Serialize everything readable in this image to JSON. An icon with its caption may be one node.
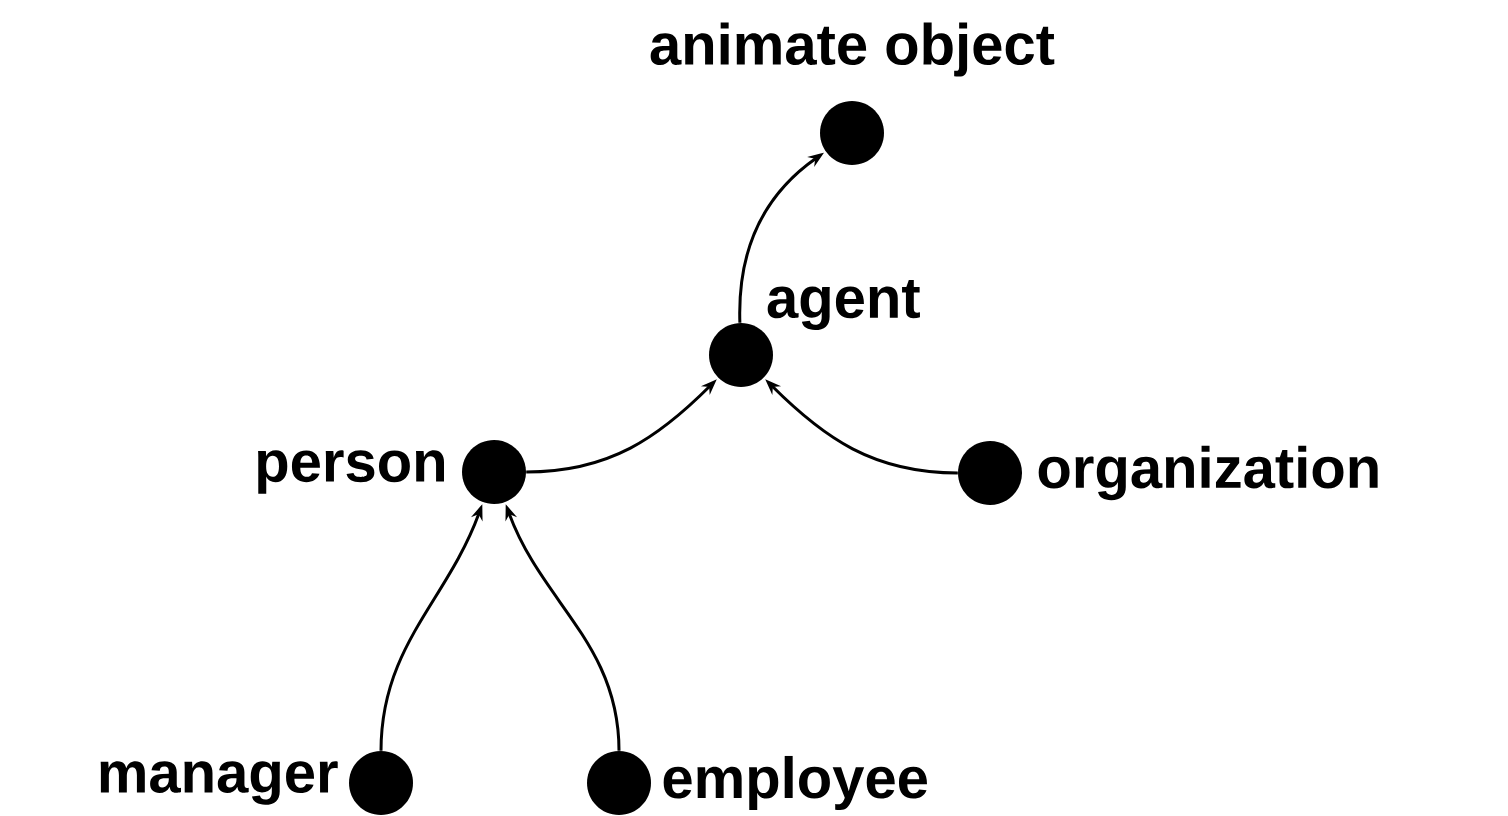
{
  "diagram": {
    "nodes": [
      {
        "text": [
          "animate object"
        ]
      },
      {
        "text": [
          "agent"
        ]
      },
      {
        "text": [
          "person"
        ]
      },
      {
        "text": [
          "organization"
        ]
      },
      {
        "text": [
          "manager"
        ]
      },
      {
        "text": [
          "employee"
        ]
      }
    ],
    "edges": [
      {
        "from": 1,
        "to": 0,
        "arrow": "to"
      },
      {
        "from": 2,
        "to": 1,
        "arrow": "to"
      },
      {
        "from": 3,
        "to": 1,
        "arrow": "to"
      },
      {
        "from": 4,
        "to": 2,
        "arrow": "to"
      },
      {
        "from": 5,
        "to": 2,
        "arrow": "to"
      }
    ]
  }
}
